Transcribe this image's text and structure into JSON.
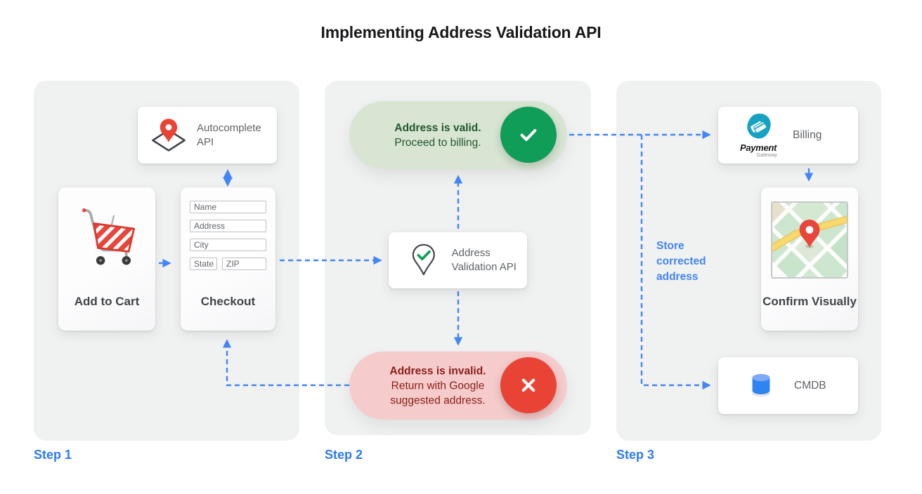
{
  "title": "Implementing Address Validation API",
  "colors": {
    "accent_blue": "#4285f4",
    "success_green": "#0f9d58",
    "error_red": "#e94335",
    "valid_pill_bg": "#d8e5d3",
    "invalid_pill_bg": "#f5cccb",
    "panel_bg": "#f0f1f1"
  },
  "step1": {
    "label": "Step 1",
    "autocomplete_api": "Autocomplete API",
    "add_to_cart": "Add to Cart",
    "checkout": "Checkout",
    "form_fields": {
      "name": "Name",
      "address": "Address",
      "city": "City",
      "state": "State",
      "zip": "ZIP"
    }
  },
  "step2": {
    "label": "Step 2",
    "valid_title": "Address is valid.",
    "valid_subtitle": "Proceed to billing.",
    "validation_api": "Address Validation API",
    "invalid_title": "Address is invalid.",
    "invalid_subtitle": "Return with Google suggested address."
  },
  "step3": {
    "label": "Step 3",
    "billing": "Billing",
    "payment_logo_title": "Payment",
    "payment_logo_subtitle": "Gateway",
    "store_note": "Store corrected address",
    "confirm_visually": "Confirm Visually",
    "cmdb": "CMDB"
  },
  "icons": [
    "map-pin-diamond-icon",
    "shopping-cart-icon",
    "validation-pin-check-icon",
    "check-circle-icon",
    "x-circle-icon",
    "payment-gateway-logo",
    "map-thumbnail",
    "database-icon"
  ]
}
